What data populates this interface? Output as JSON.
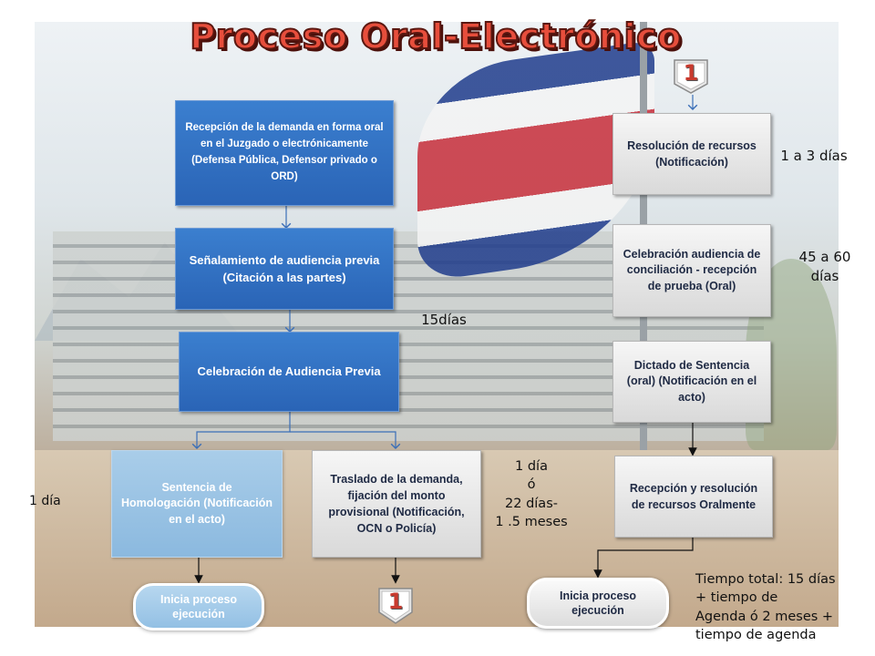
{
  "title": "Proceso Oral-Electrónico",
  "connector_label": "1",
  "left_flow": {
    "recepcion": "Recepción de la demanda en forma oral en el Juzgado o electrónicamente  (Defensa Pública,  Defensor privado o ORD)",
    "senalamiento": "Señalamiento de audiencia previa (Citación a las partes)",
    "celebracion_previa": "Celebración de Audiencia Previa",
    "homologacion": "Sentencia de Homologación (Notificación en el acto)",
    "traslado": "Traslado de la demanda, fijación del monto  provisional (Notificación, OCN  o Policía)",
    "inicia_left": "Inicia proceso ejecución"
  },
  "right_flow": {
    "resolucion": "Resolución de recursos (Notificación)",
    "conciliacion": "Celebración audiencia de conciliación - recepción de prueba (Oral)",
    "dictado": "Dictado de Sentencia (oral) (Notificación en el acto)",
    "recepcion_recursos": "Recepción y resolución de recursos Oralmente",
    "inicia_right": "Inicia proceso ejecución"
  },
  "times": {
    "t_1a3": "1 a 3 días",
    "t_45a60_l1": "45 a 60",
    "t_45a60_l2": "días",
    "t_15dias": "15días",
    "t_1dia_left": "1 día",
    "t_mid_l1": "1 día",
    "t_mid_l2": "ó",
    "t_mid_l3": "22 días-",
    "t_mid_l4": "1 .5 meses",
    "total_l1": "Tiempo total: 15 días",
    "total_l2": "+ tiempo de",
    "total_l3": "Agenda ó 2 meses +",
    "total_l4": "tiempo de agenda"
  },
  "colors": {
    "title": "#e74e3c",
    "blue_box": "#2f6fc2",
    "gray_box": "#e6e6e6",
    "connector": "#1f4e9a"
  }
}
